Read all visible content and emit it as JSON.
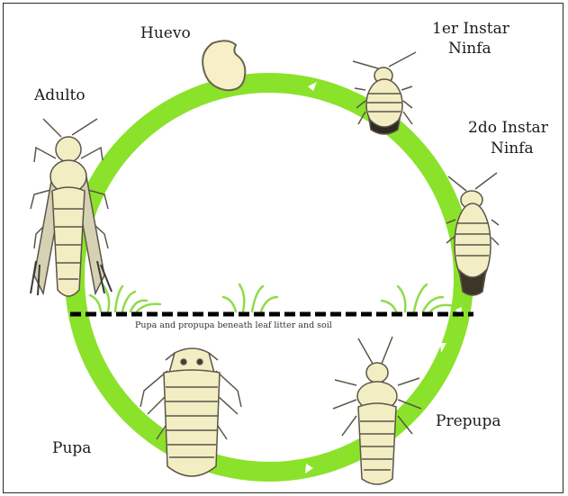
{
  "stages": {
    "egg": "Huevo",
    "nymph1_line1": "1er Instar",
    "nymph1_line2": "Ninfa",
    "nymph2_line1": "2do Instar",
    "nymph2_line2": "Ninfa",
    "adult": "Adulto",
    "prepupa": "Prepupa",
    "pupa": "Pupa"
  },
  "caption": "Pupa and propupa beneath leaf litter and soil",
  "colors": {
    "cycle_ring": "#8be22a",
    "insect_body": "#f3edc4",
    "insect_outline": "#5a5648",
    "grass": "#8fdc4a",
    "ground_line": "#000000"
  },
  "icons": [
    "egg-icon",
    "nymph-1-icon",
    "nymph-2-icon",
    "adult-thrips-icon",
    "prepupa-icon",
    "pupa-icon",
    "grass-icon"
  ]
}
